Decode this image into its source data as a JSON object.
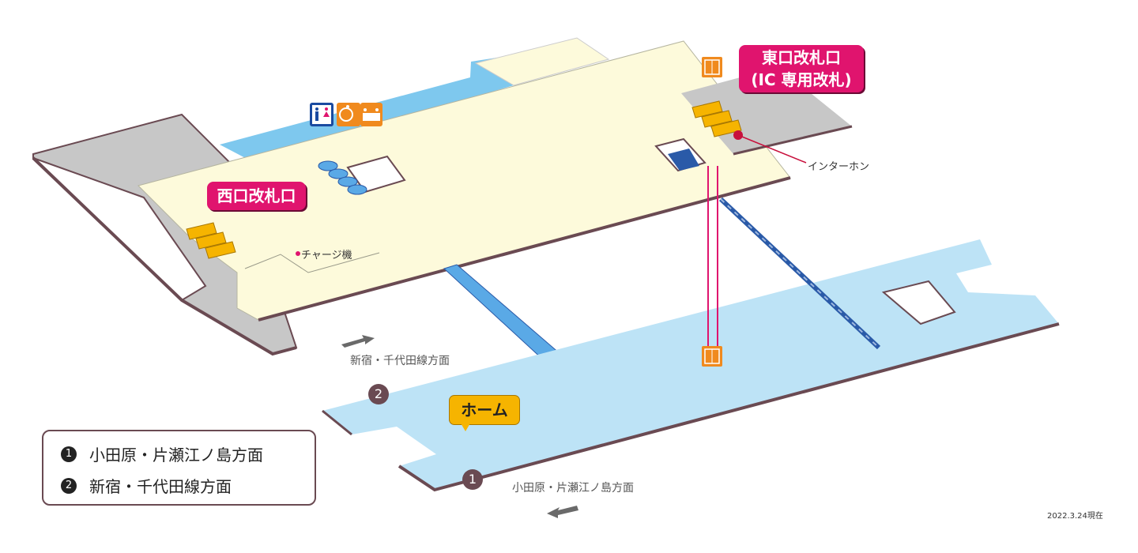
{
  "labels": {
    "west_gate": "西口改札口",
    "east_gate_line1": "東口改札口",
    "east_gate_line2": "(IC 専用改札)",
    "intercom": "インターホン",
    "charge_machine": "チャージ機",
    "platform": "ホーム",
    "shinjuku_direction": "新宿・千代田線方面",
    "odawara_direction": "小田原・片瀬江ノ島方面",
    "date": "2022.3.24現在"
  },
  "badges": {
    "one": "1",
    "two": "2"
  },
  "legend": {
    "items": [
      {
        "num": "1",
        "text": "小田原・片瀬江ノ島方面"
      },
      {
        "num": "2",
        "text": "新宿・千代田線方面"
      }
    ]
  },
  "colors": {
    "concourse": "#fdfadb",
    "gray_area": "#c7c7c7",
    "platform": "#bde3f6",
    "passage": "#7ec8ee",
    "gate_label": "#e0146e",
    "ticket_gate": "#f6b400",
    "escalator": "#2a5aa8",
    "edge": "#6a4a52",
    "elevator": "#f08a1e"
  },
  "icons": [
    "restroom-icon",
    "wheelchair-icon",
    "multipurpose-toilet-icon",
    "baby-care-icon",
    "elevator-icon",
    "intercom-icon"
  ]
}
